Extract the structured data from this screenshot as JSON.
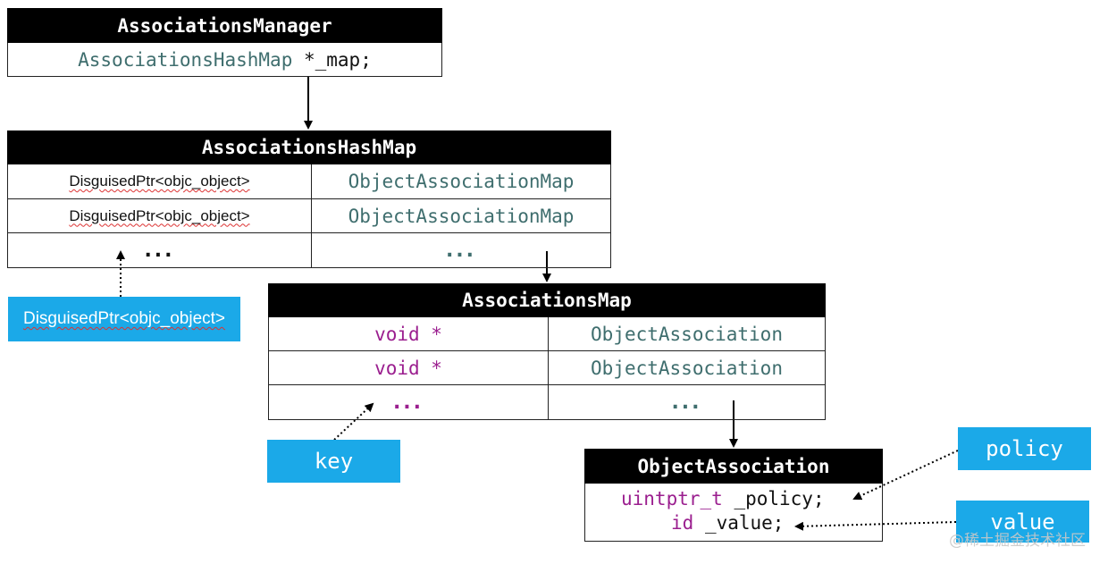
{
  "associations_manager": {
    "title": "AssociationsManager",
    "field_type": "AssociationsHashMap",
    "field_name": " *_map;"
  },
  "associations_hash_map": {
    "title": "AssociationsHashMap",
    "rows": [
      {
        "key": "DisguisedPtr<objc_object>",
        "value": "ObjectAssociationMap"
      },
      {
        "key": "DisguisedPtr<objc_object>",
        "value": "ObjectAssociationMap"
      },
      {
        "key": "...",
        "value": "..."
      }
    ]
  },
  "associations_map": {
    "title": "AssociationsMap",
    "rows": [
      {
        "key": "void *",
        "value": "ObjectAssociation"
      },
      {
        "key": "void *",
        "value": "ObjectAssociation"
      },
      {
        "key": "...",
        "value": "..."
      }
    ]
  },
  "object_association": {
    "title": "ObjectAssociation",
    "policy_type": "uintptr_t",
    "policy_name": " _policy;",
    "value_type": "id",
    "value_name": " _value;"
  },
  "labels": {
    "disguised_ptr": "DisguisedPtr<objc_object>",
    "key": "key",
    "policy": "policy",
    "value": "value"
  },
  "watermark": "@稀土掘金技术社区",
  "colors": {
    "label_bg": "#1ba9e8",
    "type_teal": "#3f6e6e",
    "keyword_purple": "#9b1f8f",
    "header_bg": "#000000"
  }
}
